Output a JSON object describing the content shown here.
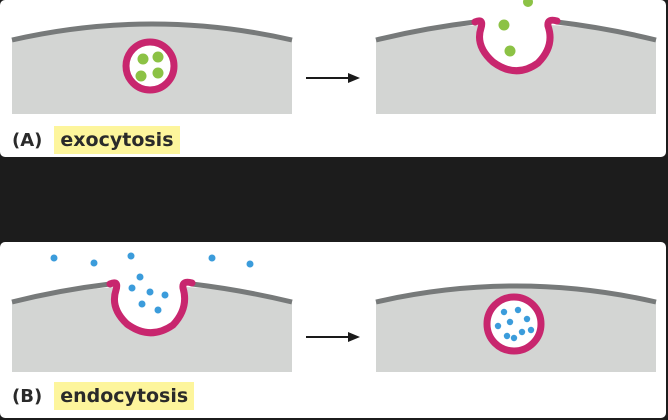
{
  "panels": [
    {
      "letter": "(A)",
      "title": "exocytosis"
    },
    {
      "letter": "(B)",
      "title": "endocytosis"
    }
  ],
  "colors": {
    "cell": "#d3d5d3",
    "membrane_gray": "#777a7a",
    "vesicle": "#c8266e",
    "cargo_green": "#8cc245",
    "cargo_blue": "#3b9cdb",
    "arrow": "#1a1a1a",
    "highlight": "#fdf59c"
  }
}
